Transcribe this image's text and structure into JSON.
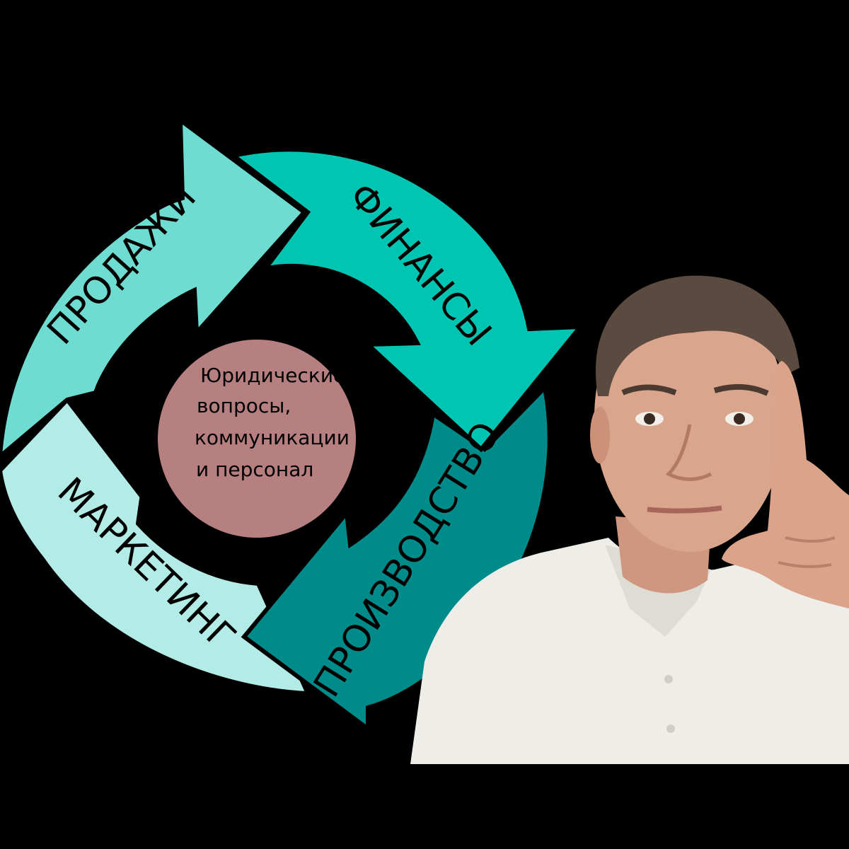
{
  "diagram": {
    "segments": [
      {
        "id": "sales",
        "label": "ПРОДАЖИ",
        "color": "#6fdcd2"
      },
      {
        "id": "finance",
        "label": "ФИНАНСЫ",
        "color": "#00c5b3"
      },
      {
        "id": "production",
        "label": "ПРОИЗВОДСТВО",
        "color": "#008b8b"
      },
      {
        "id": "marketing",
        "label": "МАРКЕТИНГ",
        "color": "#b3ebe6"
      }
    ],
    "center": {
      "lines": [
        "Юридические",
        "вопросы,",
        "коммуникации",
        "и персонал"
      ],
      "color": "#b78080"
    }
  },
  "photo": {
    "icon": "person-photo",
    "shirt_color": "#eeede8",
    "skin_color": "#d9a58d",
    "hair_color": "#5a4a40"
  },
  "background_color": "#000000"
}
